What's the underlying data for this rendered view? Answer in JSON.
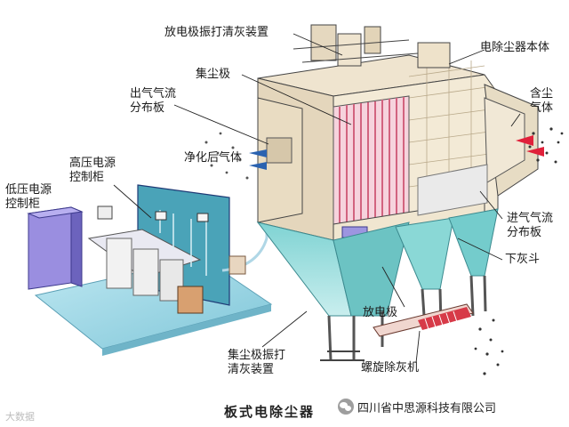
{
  "labels": {
    "shaker_discharge": "放电极振打清灰装置",
    "collector_plate": "集尘极",
    "outlet_distribution": "出气气流\n分布板",
    "body": "电除尘器本体",
    "dusty_gas": "含尘\n气体",
    "clean_gas": "净化后气体",
    "hv_cabinet": "高压电源\n控制柜",
    "lv_cabinet": "低压电源\n控制柜",
    "inlet_distribution": "进气气流\n分布板",
    "ash_hopper": "下灰斗",
    "discharge_electrode": "放电极",
    "shaker_collector": "集尘极振打\n清灰装置",
    "screw_conveyor": "螺旋除灰机"
  },
  "title": "板式电除尘器",
  "company": "四川省中思源科技有限公司",
  "watermark": "大数据",
  "colors": {
    "cyan": "#7fd3d3",
    "teal": "#4aa9ad",
    "cream": "#f4ead6",
    "pink": "#e7a7ba",
    "navy": "#1f3b76",
    "purple": "#8c88d6",
    "red_gas": "#e0203a"
  }
}
